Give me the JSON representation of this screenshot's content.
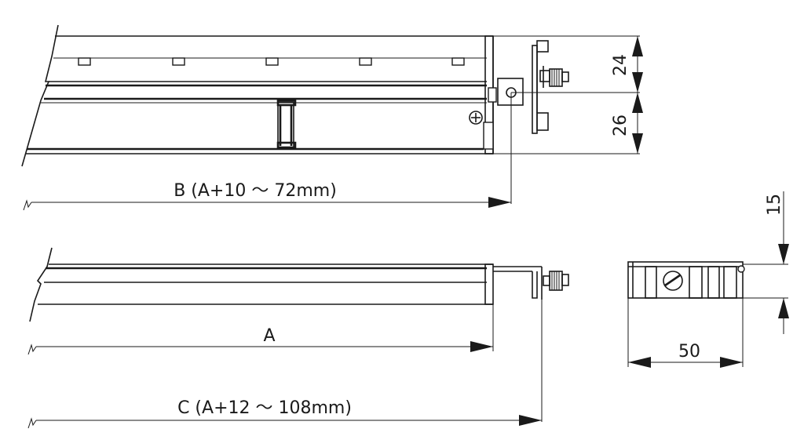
{
  "dimensions": {
    "B": "B (A+10 ～ 72mm)",
    "A": "A",
    "C": "C (A+12 ～ 108mm)",
    "h24": "24",
    "h26": "26",
    "h15": "15",
    "w50": "50"
  },
  "colors": {
    "line": "#1a1a1a",
    "background": "#ffffff"
  }
}
